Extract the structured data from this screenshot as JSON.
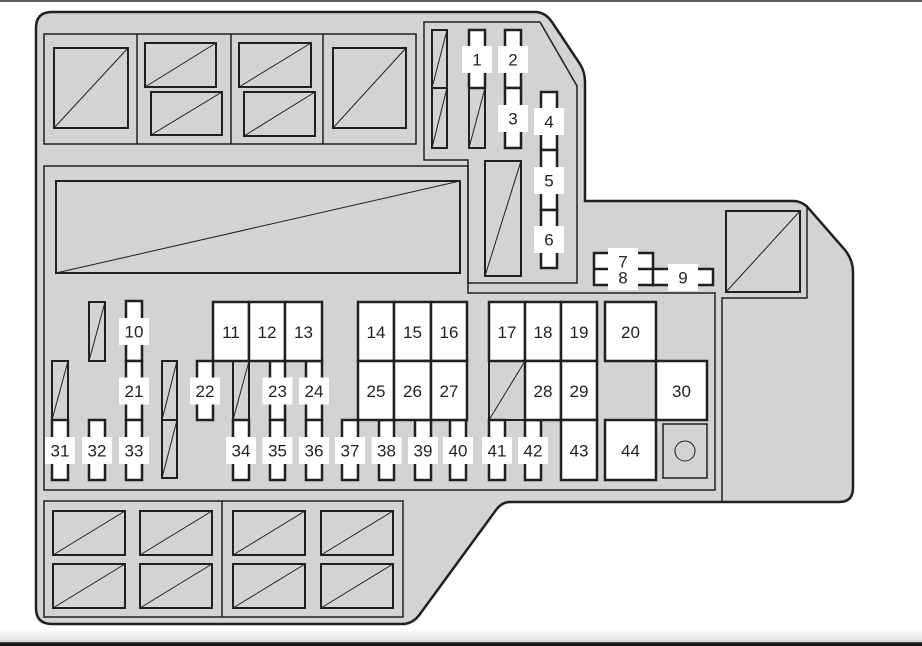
{
  "diagram": {
    "title": "",
    "fuse_labels": [
      "1",
      "2",
      "3",
      "4",
      "5",
      "6",
      "7",
      "8",
      "9",
      "10",
      "11",
      "12",
      "13",
      "14",
      "15",
      "16",
      "17",
      "18",
      "19",
      "20",
      "21",
      "22",
      "23",
      "24",
      "25",
      "26",
      "27",
      "28",
      "29",
      "30",
      "31",
      "32",
      "33",
      "34",
      "35",
      "36",
      "37",
      "38",
      "39",
      "40",
      "41",
      "42",
      "43",
      "44"
    ]
  },
  "colors": {
    "housing": "#d1d3d4",
    "stroke": "#231f20",
    "fuse": "#ffffff"
  }
}
